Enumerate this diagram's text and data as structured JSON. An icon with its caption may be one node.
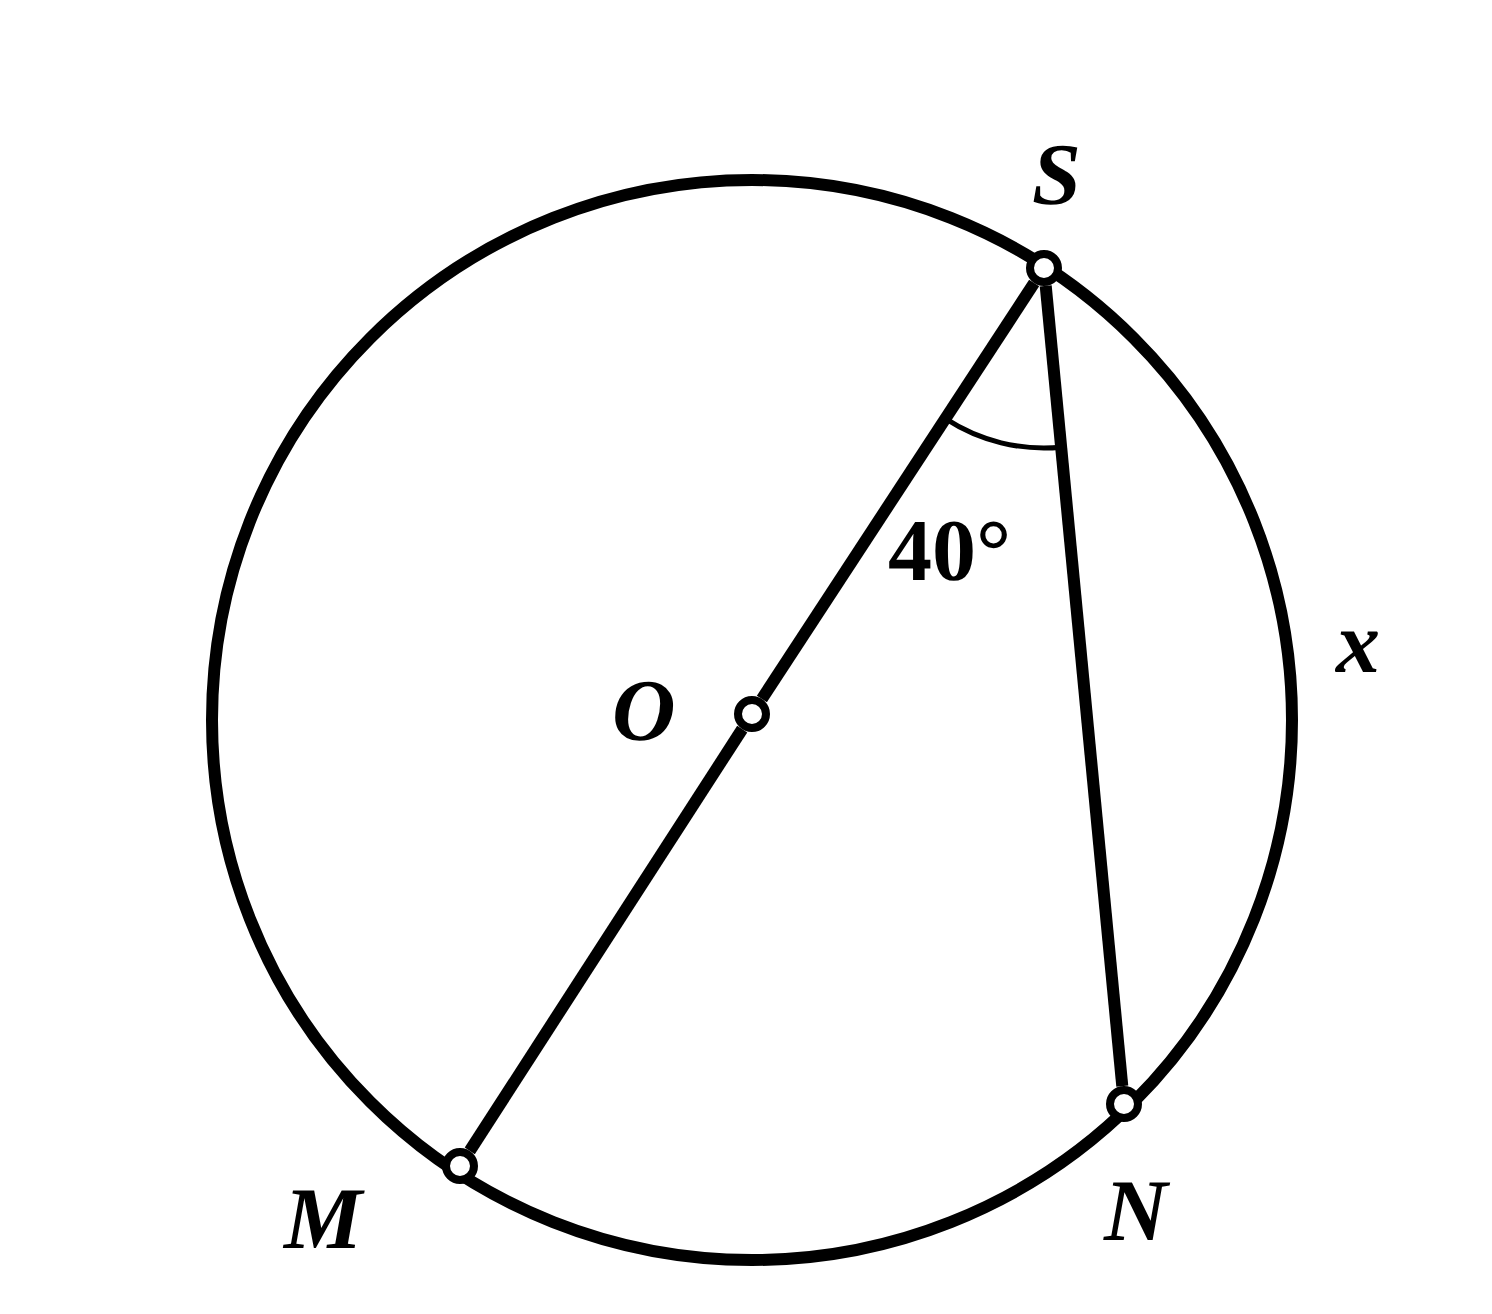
{
  "diagram": {
    "nodes": [
      {
        "text": [],
        "shape": "circle",
        "beside": [
          "S"
        ]
      },
      {
        "text": [],
        "shape": "circle",
        "beside": [
          "O"
        ]
      },
      {
        "text": [],
        "shape": "circle",
        "beside": [
          "M"
        ]
      },
      {
        "text": [],
        "shape": "circle",
        "beside": [
          "N"
        ]
      }
    ],
    "edges": [
      {
        "from": 0,
        "to": 1,
        "arrow": "none"
      },
      {
        "from": 1,
        "to": 2,
        "arrow": "none"
      },
      {
        "from": 0,
        "to": 3,
        "arrow": "none"
      }
    ],
    "labels": [
      "40°",
      "x"
    ]
  }
}
